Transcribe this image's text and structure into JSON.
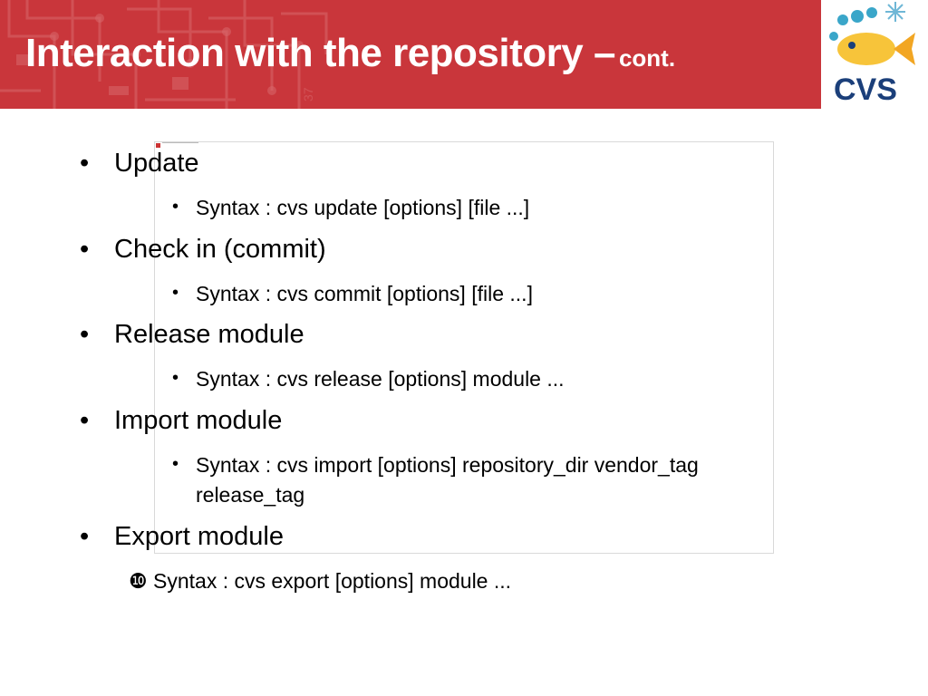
{
  "slide": {
    "title_main": "Interaction with the repository –",
    "title_suffix": "cont.",
    "logo": {
      "text": "CVS",
      "icon": "cvs-fish-logo-icon"
    },
    "colors": {
      "banner": "#c9363b",
      "text": "#000000",
      "title": "#ffffff"
    }
  },
  "bullets": [
    {
      "label": "Update",
      "syntax_lines": [
        "Syntax : cvs update [options] [file ...]"
      ]
    },
    {
      "label": "Check in (commit)",
      "syntax_lines": [
        "Syntax : cvs commit [options] [file ...]"
      ]
    },
    {
      "label": "Release module",
      "syntax_lines": [
        "Syntax : cvs release [options] module ..."
      ]
    },
    {
      "label": "Import module",
      "syntax_lines": [
        "Syntax : cvs import [options] repository_dir vendor_tag",
        "release_tag"
      ]
    },
    {
      "label": "Export module",
      "syntax_lines": [
        "Syntax : cvs export [options] module ..."
      ]
    }
  ],
  "glyphs": {
    "bullet": "•",
    "numbered_bullet": "❿"
  }
}
